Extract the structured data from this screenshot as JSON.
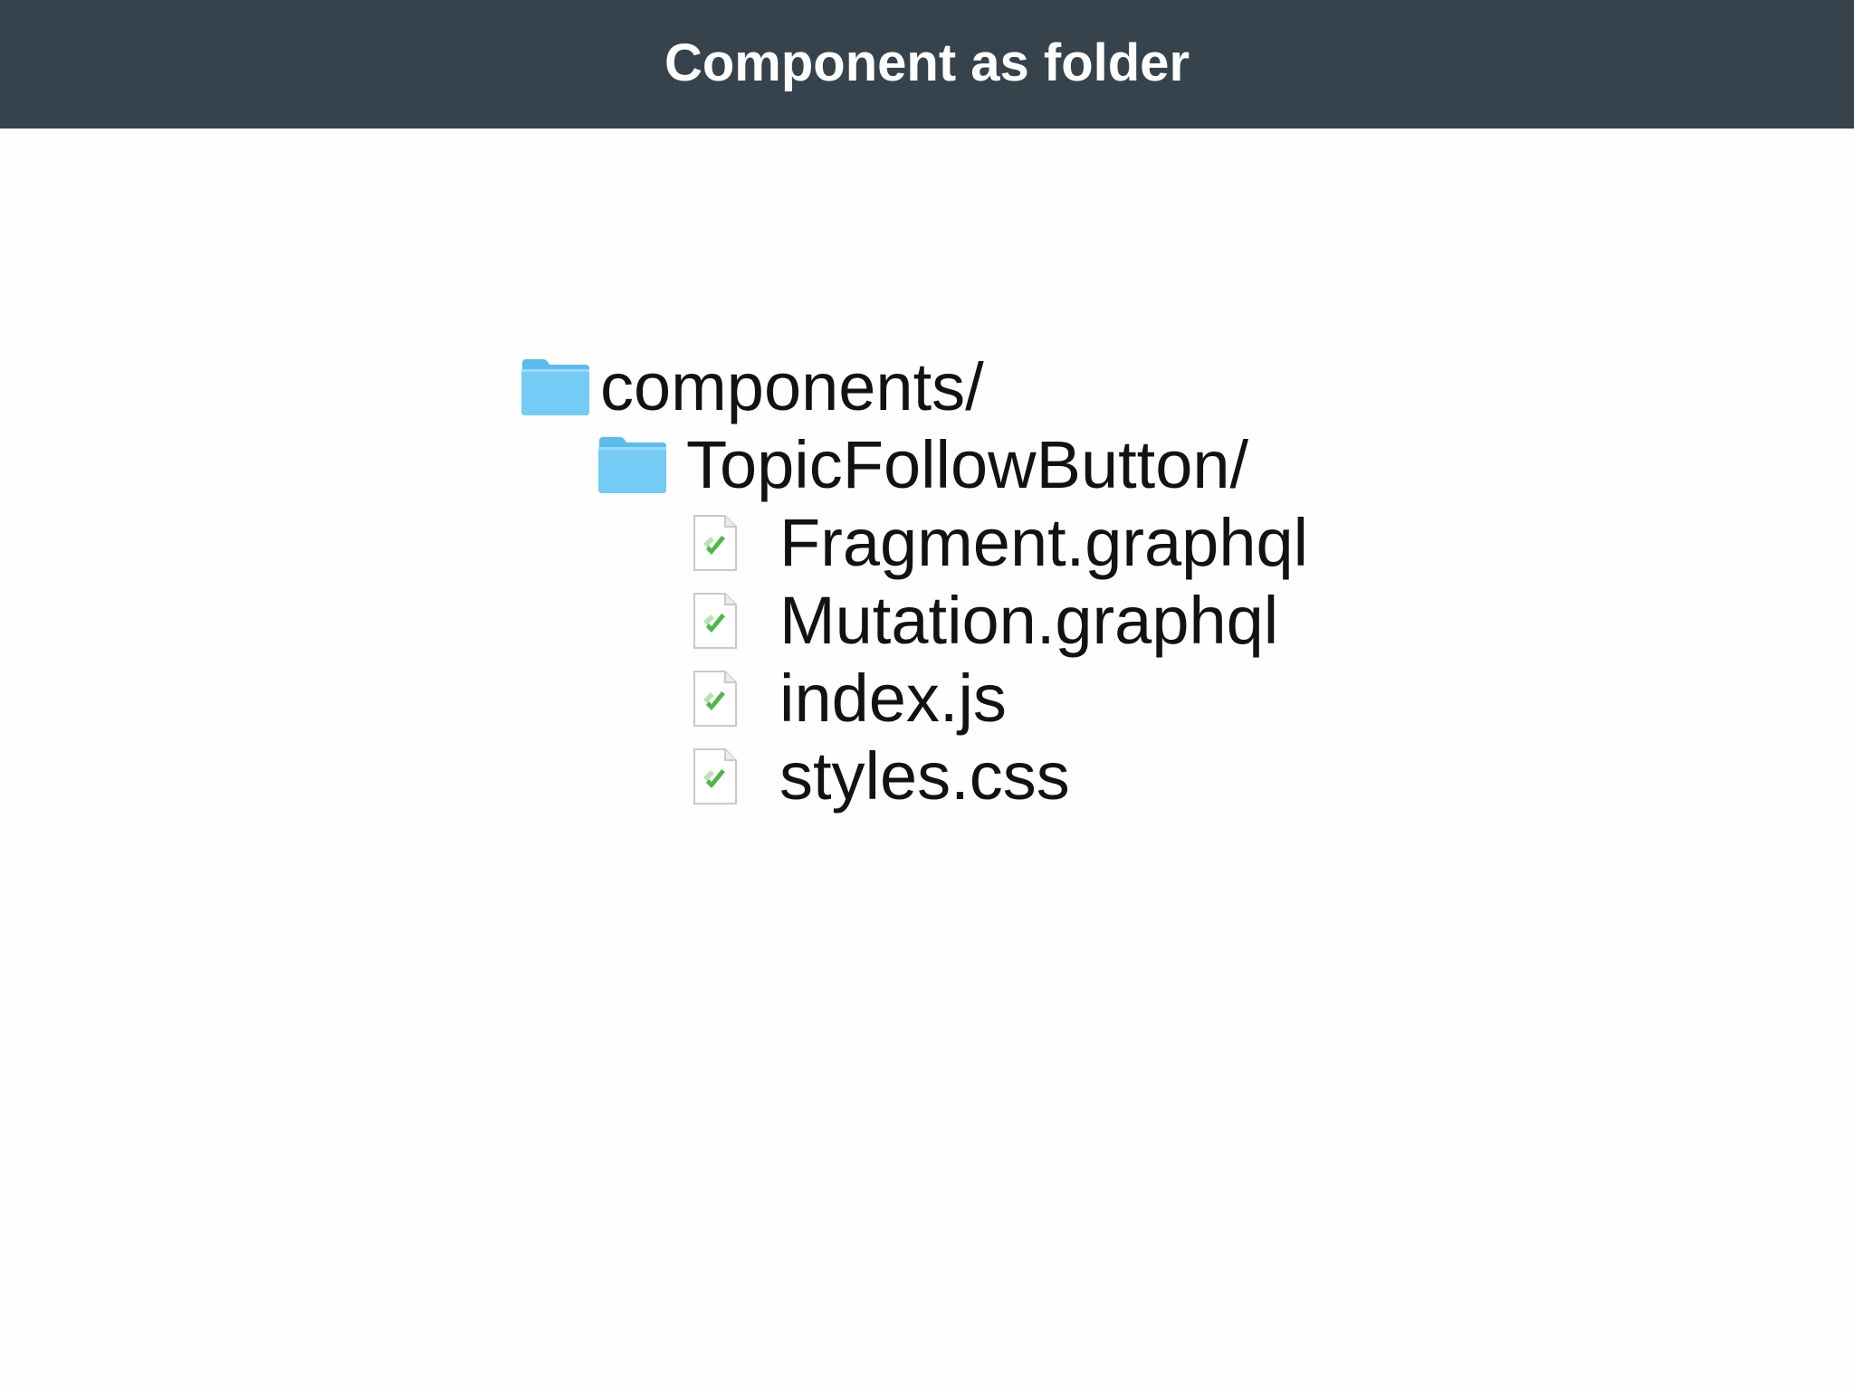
{
  "slide": {
    "title": "Component as folder"
  },
  "tree": {
    "root": {
      "label": "components/",
      "icon": "folder-icon",
      "color": "#6fc6f3"
    },
    "folder": {
      "label": "TopicFollowButton/",
      "icon": "folder-icon",
      "color": "#6fc6f3"
    },
    "files": [
      {
        "label": "Fragment.graphql",
        "icon": "file-icon"
      },
      {
        "label": "Mutation.graphql",
        "icon": "file-icon"
      },
      {
        "label": "index.js",
        "icon": "file-icon"
      },
      {
        "label": "styles.css",
        "icon": "file-icon"
      }
    ]
  },
  "colors": {
    "header_bg": "#36434d",
    "header_text": "#ffffff",
    "folder_blue": "#6fc6f3",
    "file_check_green": "#4cb84a",
    "text": "#121212"
  }
}
